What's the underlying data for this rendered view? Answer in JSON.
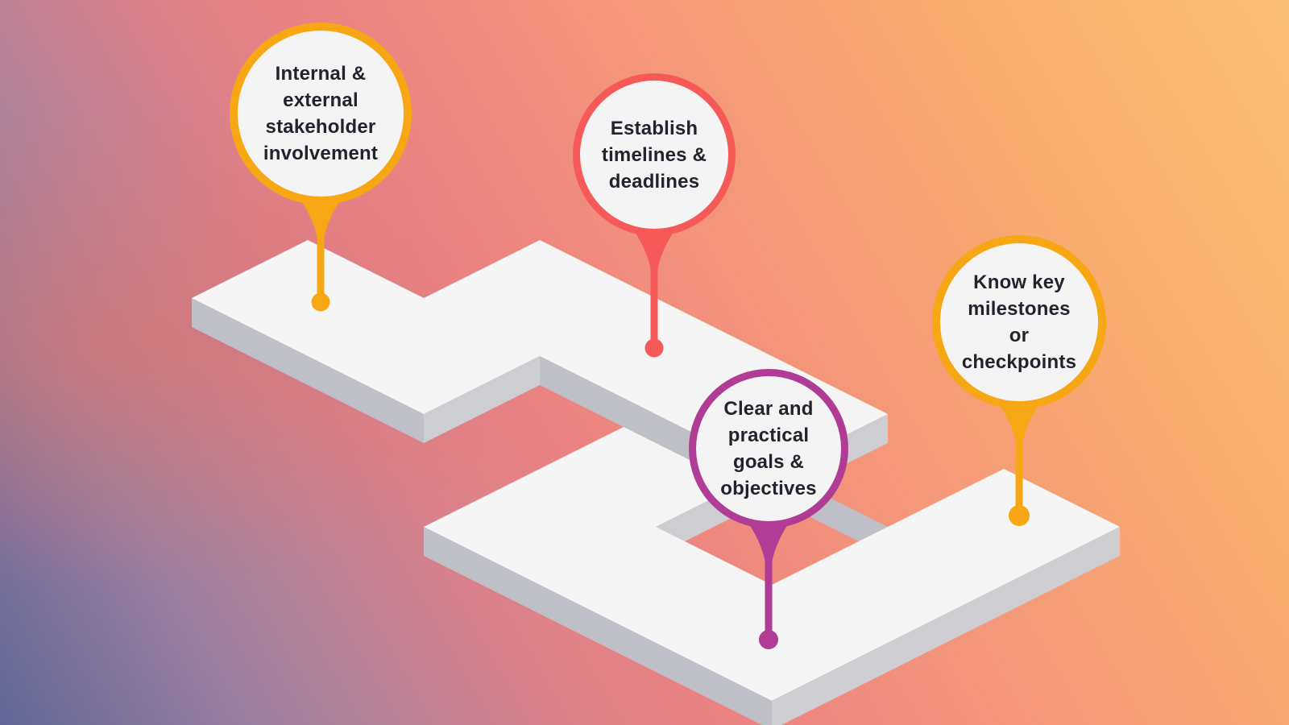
{
  "figure": {
    "kind": "isometric-path-infographic",
    "background_gradient": {
      "top_left": "#FCA46F",
      "top_right": "#FBBE75",
      "mid_left": "#F07E72",
      "bottom_left": "#666C9B",
      "bottom_right": "#96829F"
    },
    "path_colors": {
      "top_face": "#F5F5F6",
      "wall_southwest": "#BFBFC7",
      "wall_southeast": "#CDCDD2"
    },
    "pins": [
      {
        "id": "stakeholder-involvement",
        "label": "Internal & external stakeholder involvement",
        "lines": [
          "Internal &",
          "external",
          "stakeholder",
          "involvement"
        ],
        "color": "#F7A713",
        "bubble_fill": "#F4F4F5"
      },
      {
        "id": "timelines-deadlines",
        "label": "Establish timelines & deadlines",
        "lines": [
          "Establish",
          "timelines &",
          "deadlines"
        ],
        "color": "#F65A58",
        "bubble_fill": "#F4F4F5"
      },
      {
        "id": "goals-objectives",
        "label": "Clear and practical goals & objectives",
        "lines": [
          "Clear and",
          "practical",
          "goals &",
          "objectives"
        ],
        "color": "#B03C95",
        "bubble_fill": "#F4F4F5"
      },
      {
        "id": "milestones-checkpoints",
        "label": "Know key milestones or checkpoints",
        "lines": [
          "Know key",
          "milestones",
          "or",
          "checkpoints"
        ],
        "color": "#F7A713",
        "bubble_fill": "#F4F4F5"
      }
    ]
  }
}
